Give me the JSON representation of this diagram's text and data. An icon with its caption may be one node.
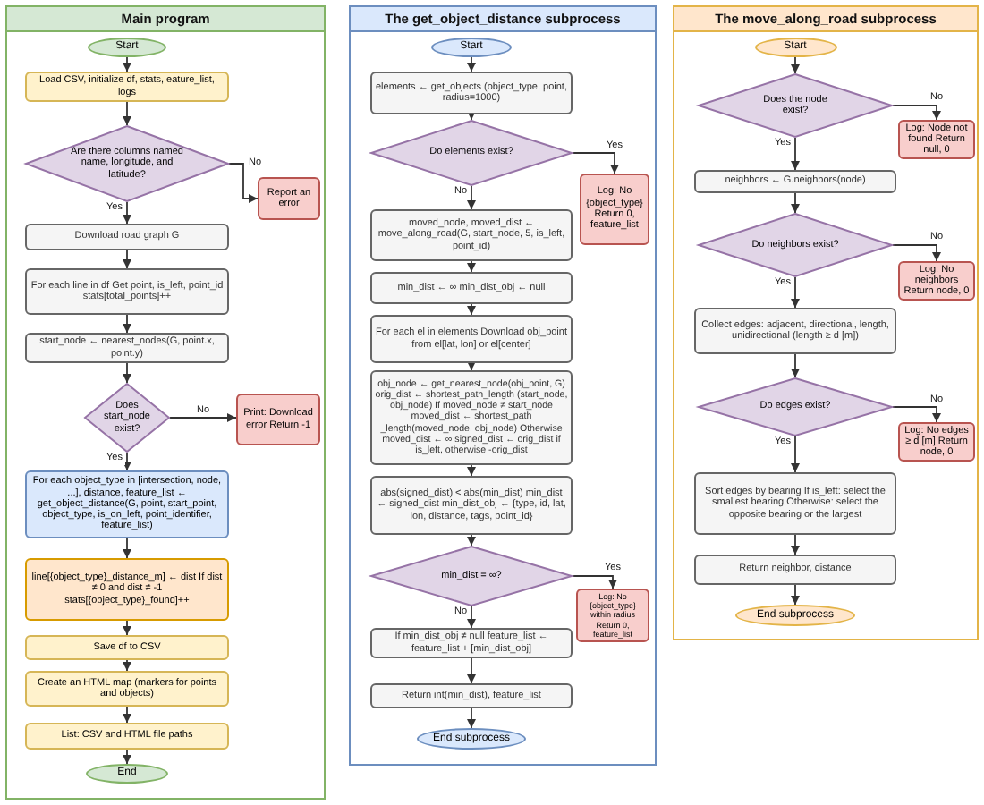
{
  "diagram": {
    "nodes": [
      {
        "text": [
          "Main program"
        ]
      },
      {
        "text": [
          "Start"
        ],
        "in": 0
      },
      {
        "text": [
          "Load CSV, initialize df, stats, eature_list, logs"
        ],
        "in": 0
      },
      {
        "text": [
          "Are there columns named name, longitude, and latitude?"
        ],
        "in": 0
      },
      {
        "text": [
          "Report an error"
        ],
        "in": 0
      },
      {
        "text": [
          "Download road graph G"
        ],
        "in": 0
      },
      {
        "text": [
          "For each line in df Get point, is_left, point_id stats[total_points]++"
        ],
        "in": 0
      },
      {
        "text": [
          "start_node ← nearest_nodes(G, point.x, point.y)"
        ],
        "in": 0
      },
      {
        "text": [
          "Does start_node exist?"
        ],
        "in": 0
      },
      {
        "text": [
          "Print: Download error Return -1"
        ],
        "in": 0
      },
      {
        "text": [
          "For each object_type in [intersection, node, ...], distance, feature_list ← get_object_distance(G, point, start_point, object_type, is_on_left, point_identifier, feature_list)"
        ],
        "in": 0
      },
      {
        "text": [
          "line[{object_type}_distance_m] ← dist If dist ≠ 0 and dist ≠ -1 stats[{object_type}_found]++"
        ],
        "in": 0
      },
      {
        "text": [
          "Save df to CSV"
        ],
        "in": 0
      },
      {
        "text": [
          "Create an HTML map (markers for points and objects)"
        ],
        "in": 0
      },
      {
        "text": [
          "List: CSV and HTML file paths"
        ],
        "in": 0
      },
      {
        "text": [
          "End"
        ],
        "in": 0
      },
      {
        "text": [
          "The get_object_distance subprocess"
        ]
      },
      {
        "text": [
          "Start"
        ],
        "in": 16
      },
      {
        "text": [
          "elements ← get_objects (object_type, point, radius=1000)"
        ],
        "in": 16
      },
      {
        "text": [
          "Do elements exist?"
        ],
        "in": 16
      },
      {
        "text": [
          "Log: No {object_type} Return 0, feature_list"
        ],
        "in": 16
      },
      {
        "text": [
          "moved_node, moved_dist ← move_along_road(G, start_node, 5, is_left, point_id)"
        ],
        "in": 16
      },
      {
        "text": [
          "min_dist ← ∞ min_dist_obj ← null"
        ],
        "in": 16
      },
      {
        "text": [
          "For each el in elements Download obj_point from el[lat, lon] or el[center]"
        ],
        "in": 16
      },
      {
        "text": [
          "obj_node ← get_nearest_node(obj_point, G) orig_dist ← shortest_path_length (start_node, obj_node) If moved_node ≠ start_node moved_dist ← shortest_path _length(moved_node, obj_node) Otherwise moved_dist ← ∞ signed_dist ← orig_dist if is_left, otherwise -orig_dist"
        ],
        "in": 16
      },
      {
        "text": [
          "abs(signed_dist) < abs(min_dist) min_dist ← signed_dist min_dist_obj ← {type, id, lat, lon, distance, tags, point_id}"
        ],
        "in": 16
      },
      {
        "text": [
          "min_dist = ∞?"
        ],
        "in": 16
      },
      {
        "text": [
          "Log: No {object_type} within radius Return 0, feature_list"
        ],
        "in": 16
      },
      {
        "text": [
          "If min_dist_obj ≠ null feature_list ← feature_list + [min_dist_obj]"
        ],
        "in": 16
      },
      {
        "text": [
          "Return int(min_dist), feature_list"
        ],
        "in": 16
      },
      {
        "text": [
          "End subprocess"
        ],
        "in": 16
      },
      {
        "text": [
          "The move_along_road subprocess"
        ]
      },
      {
        "text": [
          "Start"
        ],
        "in": 31
      },
      {
        "text": [
          "Does the node exist?"
        ],
        "in": 31
      },
      {
        "text": [
          "Log: Node not found Return null, 0"
        ],
        "in": 31
      },
      {
        "text": [
          "neighbors ← G.neighbors(node)"
        ],
        "in": 31
      },
      {
        "text": [
          "Do neighbors exist?"
        ],
        "in": 31
      },
      {
        "text": [
          "Log: No neighbors Return node, 0"
        ],
        "in": 31
      },
      {
        "text": [
          "Collect edges: adjacent, directional, length, unidirectional (length ≥ d [m])"
        ],
        "in": 31
      },
      {
        "text": [
          "Do edges exist?"
        ],
        "in": 31
      },
      {
        "text": [
          "Log: No edges ≥ d [m] Return node, 0"
        ],
        "in": 31
      },
      {
        "text": [
          "Sort edges by bearing If is_left: select the smallest bearing Otherwise: select the opposite bearing or the largest"
        ],
        "in": 31
      },
      {
        "text": [
          "Return neighbor, distance"
        ],
        "in": 31
      },
      {
        "text": [
          "End subprocess"
        ],
        "in": 31
      }
    ],
    "edges": [
      {
        "from": 1,
        "to": 2,
        "arrow": "to"
      },
      {
        "from": 2,
        "to": 3,
        "arrow": "to"
      },
      {
        "from": 3,
        "to": 4,
        "arrow": "to",
        "label": "No"
      },
      {
        "from": 3,
        "to": 5,
        "arrow": "to",
        "label": "Yes"
      },
      {
        "from": 5,
        "to": 6,
        "arrow": "to"
      },
      {
        "from": 6,
        "to": 7,
        "arrow": "to"
      },
      {
        "from": 7,
        "to": 8,
        "arrow": "to"
      },
      {
        "from": 8,
        "to": 9,
        "arrow": "to",
        "label": "No"
      },
      {
        "from": 8,
        "to": 10,
        "arrow": "to",
        "label": "Yes"
      },
      {
        "from": 10,
        "to": 11,
        "arrow": "to"
      },
      {
        "from": 11,
        "to": 12,
        "arrow": "to"
      },
      {
        "from": 12,
        "to": 13,
        "arrow": "to"
      },
      {
        "from": 13,
        "to": 14,
        "arrow": "to"
      },
      {
        "from": 14,
        "to": 15,
        "arrow": "to"
      },
      {
        "from": 17,
        "to": 18,
        "arrow": "to"
      },
      {
        "from": 18,
        "to": 19,
        "arrow": "to"
      },
      {
        "from": 19,
        "to": 20,
        "arrow": "to",
        "label": "Yes"
      },
      {
        "from": 19,
        "to": 21,
        "arrow": "to",
        "label": "No"
      },
      {
        "from": 21,
        "to": 22,
        "arrow": "to"
      },
      {
        "from": 22,
        "to": 23,
        "arrow": "to"
      },
      {
        "from": 23,
        "to": 24,
        "arrow": "to"
      },
      {
        "from": 24,
        "to": 25,
        "arrow": "to"
      },
      {
        "from": 25,
        "to": 26,
        "arrow": "to"
      },
      {
        "from": 26,
        "to": 27,
        "arrow": "to",
        "label": "Yes"
      },
      {
        "from": 26,
        "to": 28,
        "arrow": "to",
        "label": "No"
      },
      {
        "from": 28,
        "to": 29,
        "arrow": "to"
      },
      {
        "from": 29,
        "to": 30,
        "arrow": "to"
      },
      {
        "from": 32,
        "to": 33,
        "arrow": "to"
      },
      {
        "from": 33,
        "to": 34,
        "arrow": "to",
        "label": "No"
      },
      {
        "from": 33,
        "to": 35,
        "arrow": "to",
        "label": "Yes"
      },
      {
        "from": 35,
        "to": 36,
        "arrow": "to"
      },
      {
        "from": 36,
        "to": 37,
        "arrow": "to",
        "label": "No"
      },
      {
        "from": 36,
        "to": 38,
        "arrow": "to",
        "label": "Yes"
      },
      {
        "from": 38,
        "to": 39,
        "arrow": "to"
      },
      {
        "from": 39,
        "to": 40,
        "arrow": "to",
        "label": "No"
      },
      {
        "from": 39,
        "to": 41,
        "arrow": "to",
        "label": "Yes"
      },
      {
        "from": 41,
        "to": 42,
        "arrow": "to"
      },
      {
        "from": 42,
        "to": 43,
        "arrow": "to"
      }
    ]
  }
}
